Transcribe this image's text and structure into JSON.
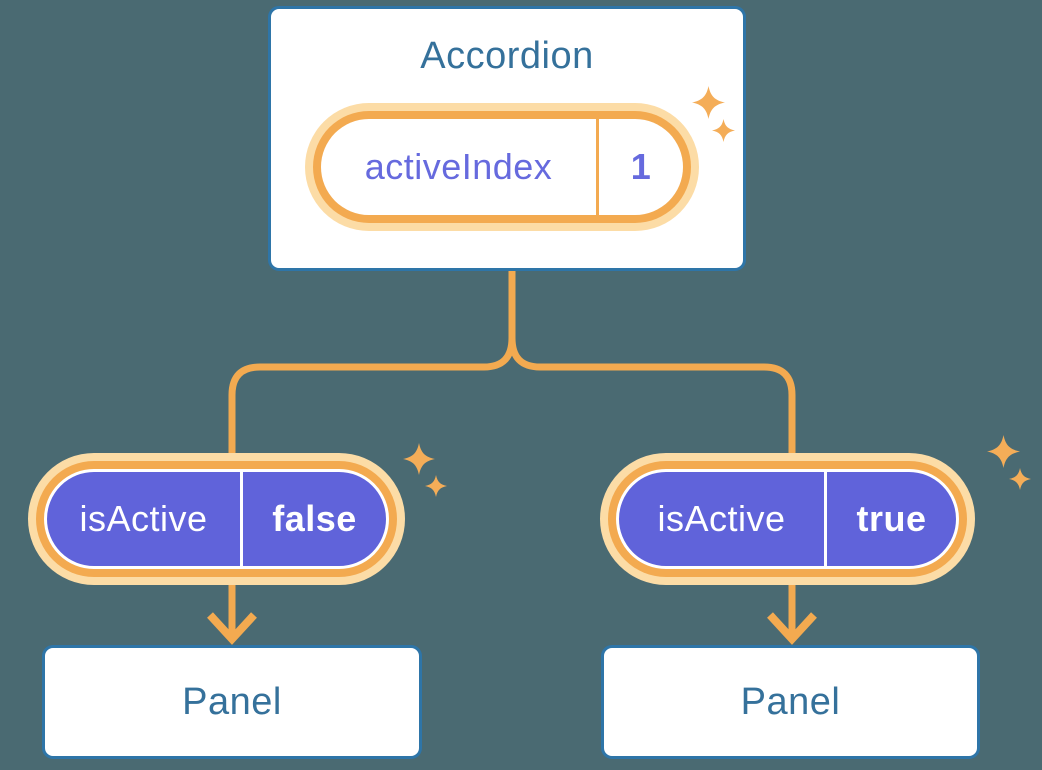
{
  "background_color": "#4a6a72",
  "palette": {
    "accent_orange": "#f3aa50",
    "glow_orange": "#fcdca6",
    "prop_pill_purple": "#6063da",
    "card_border_blue": "#2e75a8",
    "card_title_blue": "#35719b",
    "state_text_purple": "#666ade"
  },
  "accordion": {
    "title": "Accordion",
    "state": {
      "name": "activeIndex",
      "value": "1"
    }
  },
  "children": [
    {
      "prop": {
        "name": "isActive",
        "value": "false"
      },
      "panel_title": "Panel"
    },
    {
      "prop": {
        "name": "isActive",
        "value": "true"
      },
      "panel_title": "Panel"
    }
  ]
}
